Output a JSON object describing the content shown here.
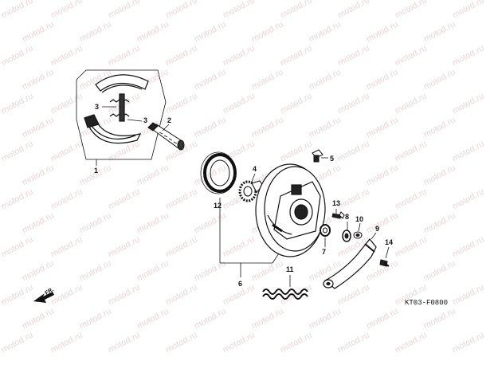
{
  "watermark_text": "motod.ru",
  "diagram_code": "KT03-F0800",
  "direction_label": "FR.",
  "callouts": {
    "p1": "1",
    "p2": "2",
    "p3a": "3",
    "p3b": "3",
    "p4": "4",
    "p5": "5",
    "p6": "6",
    "p7": "7",
    "p8": "8",
    "p9": "9",
    "p10": "10",
    "p11": "11",
    "p12": "12",
    "p13": "13",
    "p14": "14"
  },
  "colors": {
    "ink": "#111111",
    "watermark": "#e9d7d7",
    "background": "#ffffff"
  }
}
